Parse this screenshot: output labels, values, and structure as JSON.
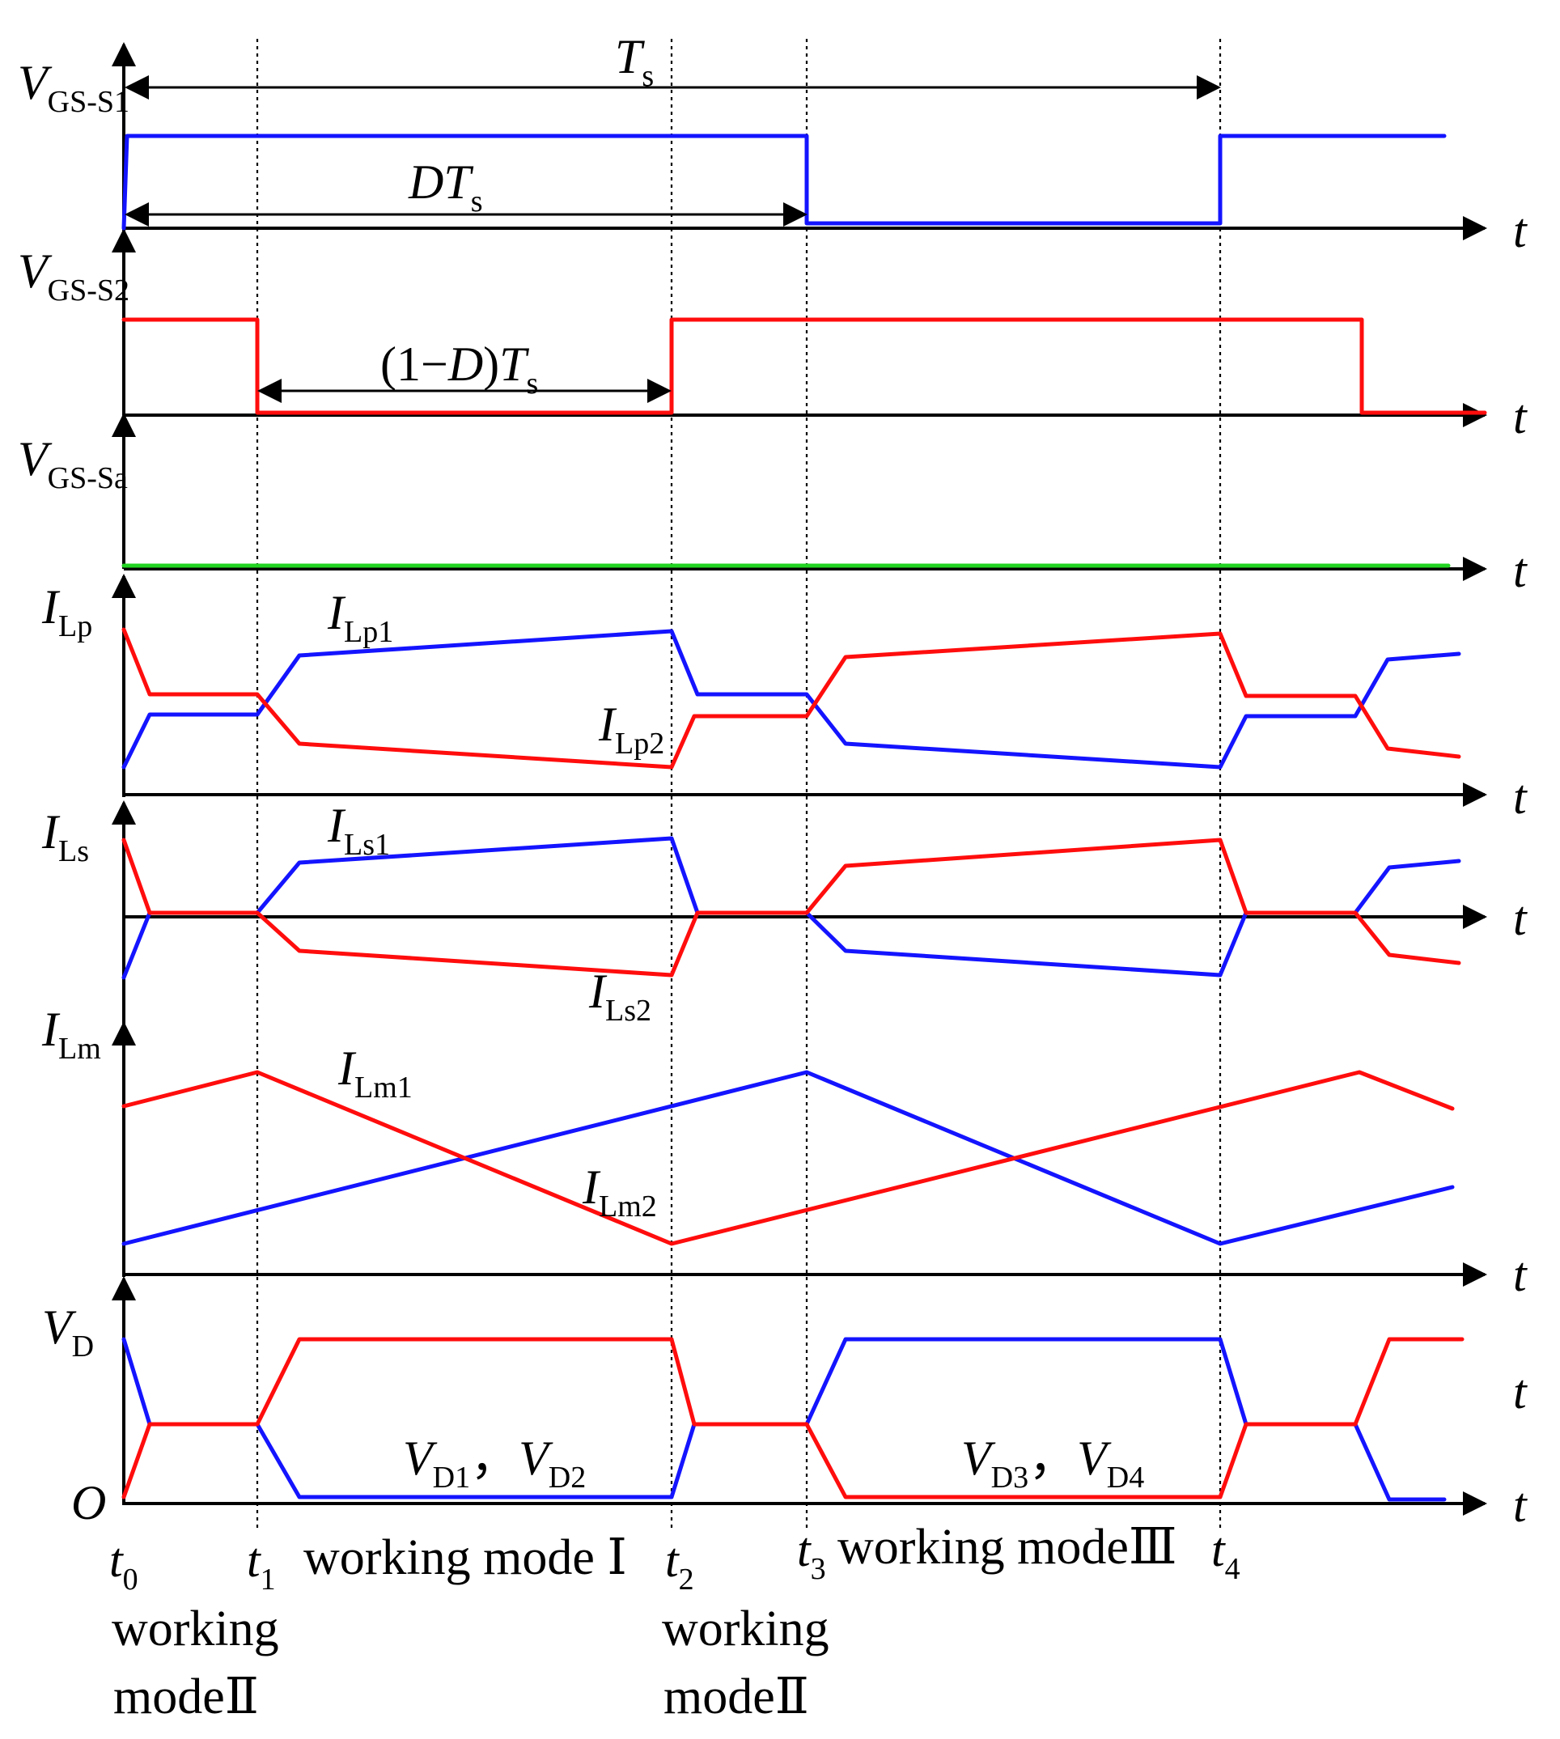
{
  "colors": {
    "s1": "#1414ff",
    "s2": "#ff0d0d",
    "sa": "#22d422",
    "axis": "#000000"
  },
  "time_axis": {
    "var": "t",
    "instants": [
      {
        "main": "t",
        "sub": "0"
      },
      {
        "main": "t",
        "sub": "1"
      },
      {
        "main": "t",
        "sub": "2"
      },
      {
        "main": "t",
        "sub": "3"
      },
      {
        "main": "t",
        "sub": "4"
      }
    ]
  },
  "panels": {
    "vgs_s1": {
      "main": "V",
      "sub": "GS-S1"
    },
    "vgs_s2": {
      "main": "V",
      "sub": "GS-S2"
    },
    "vgs_sa": {
      "main": "V",
      "sub": "GS-Sa"
    },
    "ilp": {
      "main": "I",
      "sub": "Lp"
    },
    "ils": {
      "main": "I",
      "sub": "Ls"
    },
    "ilm": {
      "main": "I",
      "sub": "Lm"
    },
    "vd": {
      "main": "V",
      "sub": "D"
    },
    "origin": "O"
  },
  "annotations": {
    "ts": {
      "main": "T",
      "sub": "s"
    },
    "dts": {
      "pre": "D",
      "main": "T",
      "sub": "s"
    },
    "one_minus_d": {
      "pre1": "(1",
      "minus": "−",
      "d": "D",
      "post": ")",
      "main": "T",
      "sub": "s"
    },
    "ilp1": {
      "main": "I",
      "sub": "Lp1"
    },
    "ilp2": {
      "main": "I",
      "sub": "Lp2"
    },
    "ils1": {
      "main": "I",
      "sub": "Ls1"
    },
    "ils2": {
      "main": "I",
      "sub": "Ls2"
    },
    "ilm1": {
      "main": "I",
      "sub": "Lm1"
    },
    "ilm2": {
      "main": "I",
      "sub": "Lm2"
    },
    "vd12": {
      "a": "V",
      "asub": "D1",
      "sep": "，",
      "b": "V",
      "bsub": "D2"
    },
    "vd34": {
      "a": "V",
      "asub": "D3",
      "sep": "，",
      "b": "V",
      "bsub": "D4"
    }
  },
  "modes": {
    "mode_1": "working mode Ⅰ",
    "mode_3": "working modeⅢ",
    "mode_2a_line1": "working",
    "mode_2a_line2": "modeⅡ",
    "mode_2b_line1": "working",
    "mode_2b_line2": "modeⅡ"
  }
}
